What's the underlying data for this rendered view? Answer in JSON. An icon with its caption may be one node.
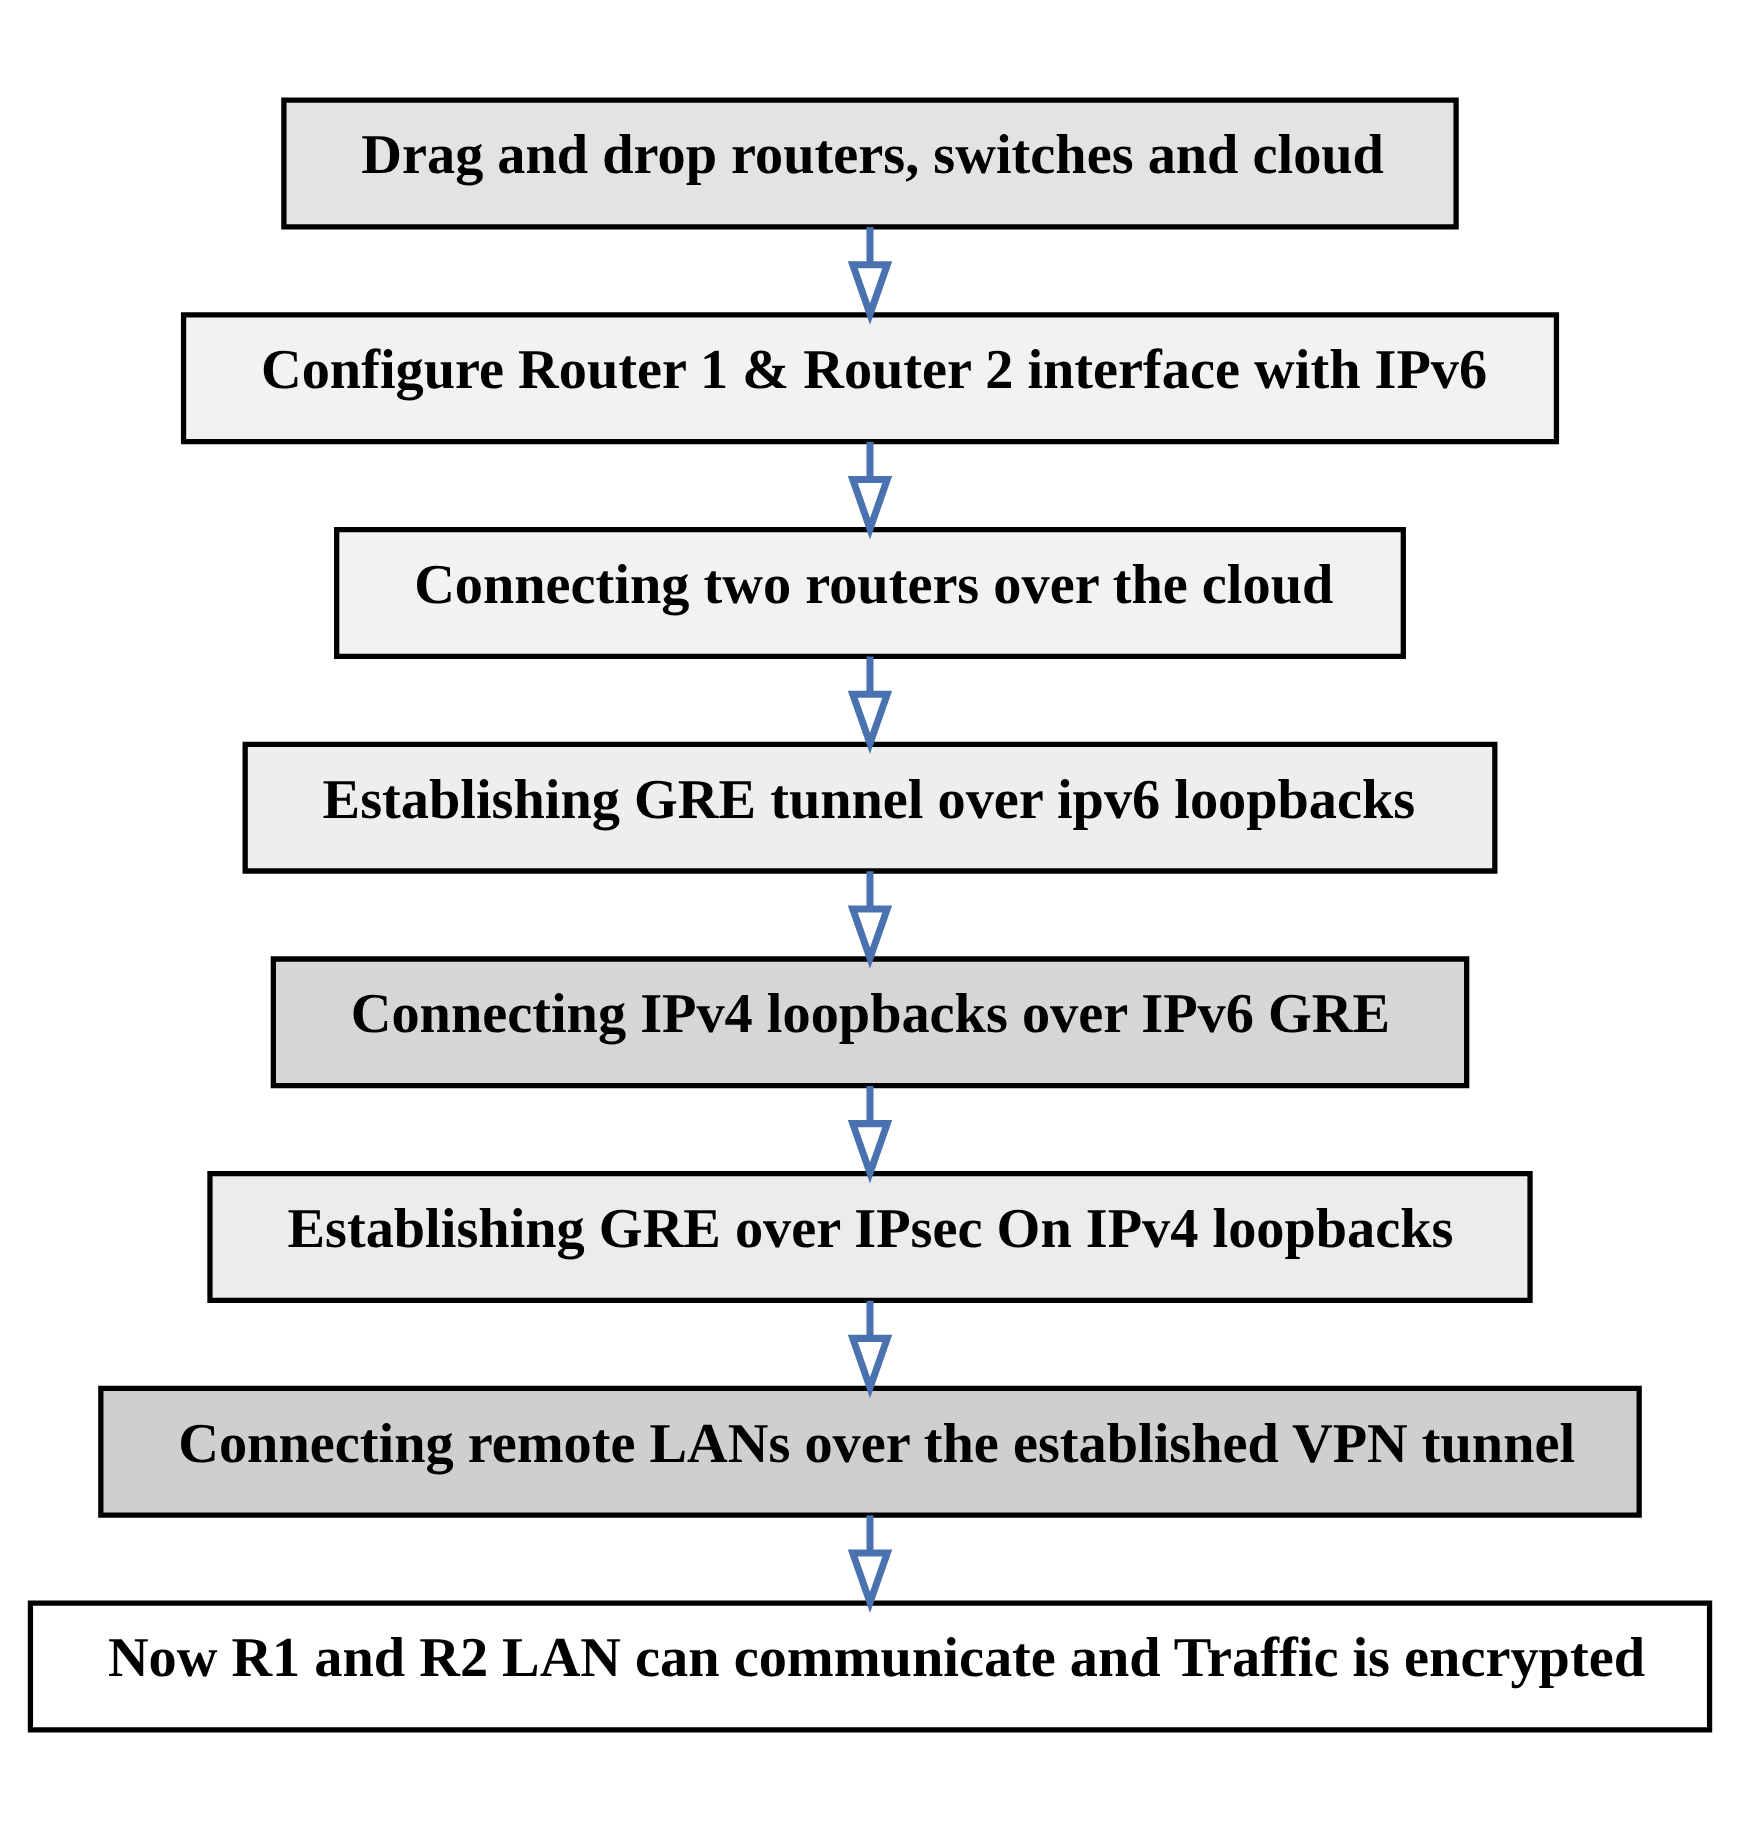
{
  "diagram": {
    "nodes": [
      {
        "text": [
          "Drag and drop routers, switches and cloud"
        ]
      },
      {
        "text": [
          "Configure Router 1 & Router 2 interface with IPv6"
        ]
      },
      {
        "text": [
          "Connecting two routers over the cloud"
        ]
      },
      {
        "text": [
          "Establishing GRE tunnel over ipv6 loopbacks"
        ]
      },
      {
        "text": [
          "Connecting IPv4 loopbacks over IPv6 GRE"
        ]
      },
      {
        "text": [
          "Establishing GRE over IPsec On IPv4 loopbacks"
        ]
      },
      {
        "text": [
          "Connecting remote LANs over the established VPN tunnel"
        ]
      },
      {
        "text": [
          "Now R1 and R2 LAN can communicate and Traffic is encrypted"
        ]
      }
    ],
    "edges": [
      {
        "from": 0,
        "to": 1,
        "arrow": "to"
      },
      {
        "from": 1,
        "to": 2,
        "arrow": "to"
      },
      {
        "from": 2,
        "to": 3,
        "arrow": "to"
      },
      {
        "from": 3,
        "to": 4,
        "arrow": "to"
      },
      {
        "from": 4,
        "to": 5,
        "arrow": "to"
      },
      {
        "from": 5,
        "to": 6,
        "arrow": "to"
      },
      {
        "from": 6,
        "to": 7,
        "arrow": "to"
      }
    ]
  }
}
